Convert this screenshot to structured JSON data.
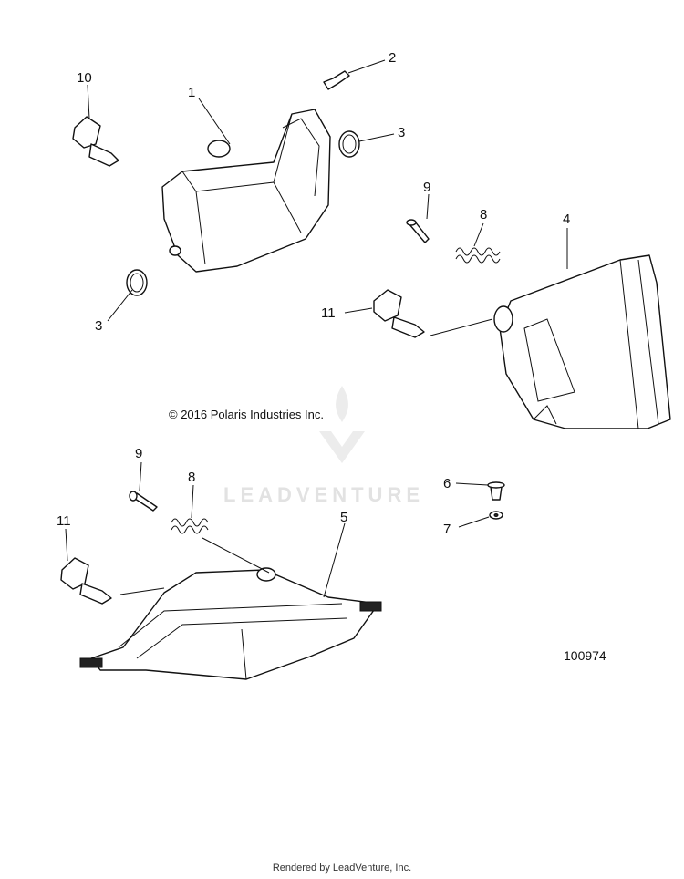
{
  "callouts": {
    "c1": "1",
    "c2": "2",
    "c3a": "3",
    "c3b": "3",
    "c4": "4",
    "c5": "5",
    "c6": "6",
    "c7": "7",
    "c8a": "8",
    "c8b": "8",
    "c9a": "9",
    "c9b": "9",
    "c10": "10",
    "c11a": "11",
    "c11b": "11"
  },
  "copyright": "© 2016 Polaris Industries Inc.",
  "drawing_number": "100974",
  "watermark": "LEADVENTURE",
  "footer": "Rendered by LeadVenture, Inc.",
  "colors": {
    "line": "#111111",
    "watermark": "#e2e2e2",
    "background": "#ffffff"
  }
}
